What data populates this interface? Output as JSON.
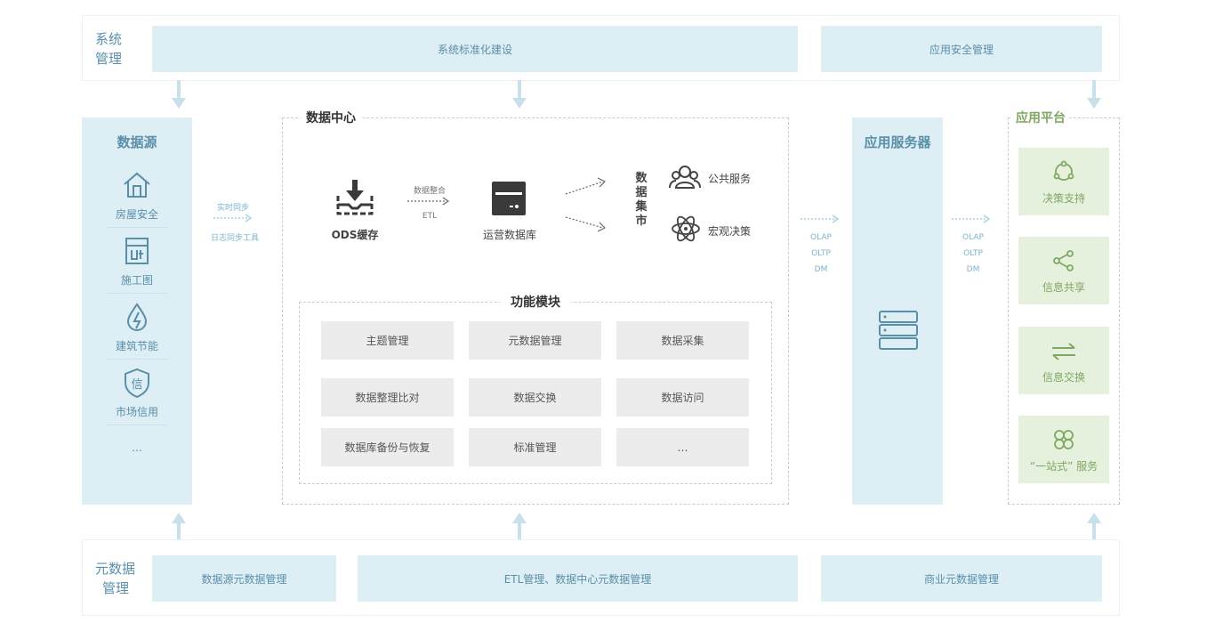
{
  "system_management": {
    "label_line1": "系统",
    "label_line2": "管理",
    "standardization": "系统标准化建设",
    "app_security": "应用安全管理"
  },
  "data_source": {
    "title": "数据源",
    "items": [
      "房屋安全",
      "施工图",
      "建筑节能",
      "市场信用"
    ],
    "more": "…"
  },
  "sync": {
    "realtime": "实时同步",
    "log_tool": "日志同步工具"
  },
  "data_center": {
    "title": "数据中心",
    "ods": "ODS缓存",
    "integrate_label": "数据整合",
    "etl": "ETL",
    "ops_db": "运营数据库",
    "mart_chars": [
      "数",
      "据",
      "集",
      "市"
    ],
    "public_service": "公共服务",
    "macro_decision": "宏观决策",
    "modules_title": "功能模块",
    "modules": [
      "主题管理",
      "元数据管理",
      "数据采集",
      "数据整理比对",
      "数据交换",
      "数据访问",
      "数据库备份与恢复",
      "标准管理",
      "…"
    ]
  },
  "olap1": [
    "OLAP",
    "OLTP",
    "DM"
  ],
  "olap2": [
    "OLAP",
    "OLTP",
    "DM"
  ],
  "app_server": {
    "title": "应用服务器"
  },
  "app_platform": {
    "title": "应用平台",
    "items": [
      "决策支持",
      "信息共享",
      "信息交换",
      "“一站式” 服务"
    ]
  },
  "metadata_management": {
    "label_line1": "元数据",
    "label_line2": "管理",
    "source_meta": "数据源元数据管理",
    "etl_meta": "ETL管理、数据中心元数据管理",
    "business_meta": "商业元数据管理"
  },
  "colors": {
    "blue_fill": "#ddeef5",
    "blue_text": "#5a8fa8",
    "green_fill": "#e6f1dd",
    "green_text": "#7fa862",
    "module_fill": "#ececec"
  }
}
